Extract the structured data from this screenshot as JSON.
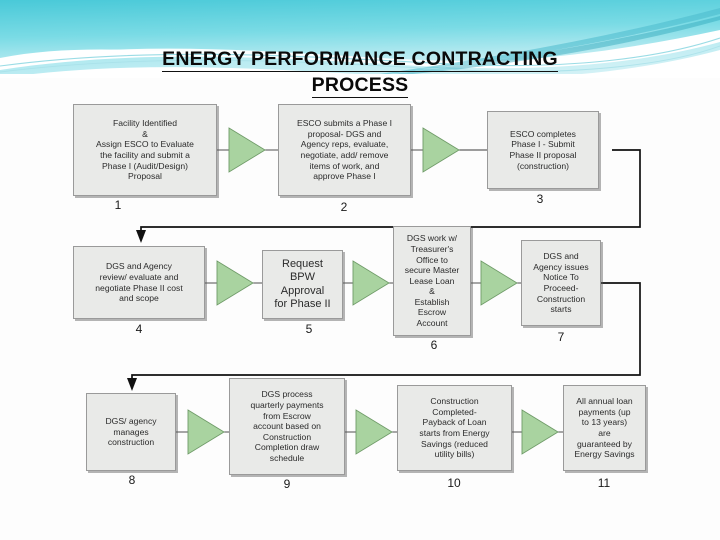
{
  "slide": {
    "title_line1": "ENERGY PERFORMANCE CONTRACTING",
    "title_line2": "PROCESS",
    "theme": {
      "band_cyan_top": "#5fd0dd",
      "band_cyan_mid": "#7fd9e3",
      "band_teal": "#2fb4c6",
      "band_white": "#ffffff",
      "box_fill": "#e9eae8",
      "box_border": "#9a9a9a",
      "arrow_fill": "#a9d3a0",
      "arrow_border": "#6f9b68",
      "connector": "#111111",
      "text": "#2b2b2b"
    }
  },
  "flow": {
    "nodes": [
      {
        "id": 1,
        "number": "1",
        "text": "Facility Identified\n&\nAssign ESCO to Evaluate\nthe facility and submit a\nPhase I (Audit/Design)\nProposal",
        "row": 1
      },
      {
        "id": 2,
        "number": "2",
        "text": "ESCO submits a Phase I\nproposal- DGS and\nAgency reps, evaluate,\nnegotiate, add/ remove\nitems of work, and\napprove Phase I",
        "row": 1
      },
      {
        "id": 3,
        "number": "3",
        "text": "ESCO completes\nPhase I - Submit\nPhase II proposal\n(construction)",
        "row": 1
      },
      {
        "id": 4,
        "number": "4",
        "text": "DGS and Agency\nreview/ evaluate and\nnegotiate Phase II cost\nand scope",
        "row": 2
      },
      {
        "id": 5,
        "number": "5",
        "text": "Request\nBPW\nApproval\nfor Phase II",
        "row": 2
      },
      {
        "id": 6,
        "number": "6",
        "text": "DGS work w/\nTreasurer's\nOffice to\nsecure Master\nLease Loan\n&\nEstablish\nEscrow\nAccount",
        "row": 2
      },
      {
        "id": 7,
        "number": "7",
        "text": "DGS and\nAgency issues\nNotice To\nProceed-\nConstruction\nstarts",
        "row": 2
      },
      {
        "id": 8,
        "number": "8",
        "text": "DGS/ agency\nmanages\nconstruction",
        "row": 3
      },
      {
        "id": 9,
        "number": "9",
        "text": "DGS process\nquarterly payments\nfrom Escrow\naccount based on\nConstruction\nCompletion draw\nschedule",
        "row": 3
      },
      {
        "id": 10,
        "number": "10",
        "text": "Construction\nCompleted-\nPayback of Loan\nstarts from Energy\nSavings (reduced\nutility bills)",
        "row": 3
      },
      {
        "id": 11,
        "number": "11",
        "text": "All annual loan\npayments (up\nto 13 years)\nare\nguaranteed by\nEnergy Savings",
        "row": 3
      }
    ],
    "connectors": [
      {
        "from": "1",
        "to": "2",
        "kind": "triangle-arrow"
      },
      {
        "from": "2",
        "to": "3",
        "kind": "triangle-arrow"
      },
      {
        "from": "3",
        "to": "4",
        "kind": "elbow-wrap"
      },
      {
        "from": "4",
        "to": "5",
        "kind": "triangle-arrow"
      },
      {
        "from": "5",
        "to": "6",
        "kind": "triangle-arrow"
      },
      {
        "from": "6",
        "to": "7",
        "kind": "triangle-arrow"
      },
      {
        "from": "7",
        "to": "8",
        "kind": "elbow-wrap"
      },
      {
        "from": "8",
        "to": "9",
        "kind": "triangle-arrow"
      },
      {
        "from": "9",
        "to": "10",
        "kind": "triangle-arrow"
      },
      {
        "from": "10",
        "to": "11",
        "kind": "triangle-arrow"
      }
    ]
  }
}
